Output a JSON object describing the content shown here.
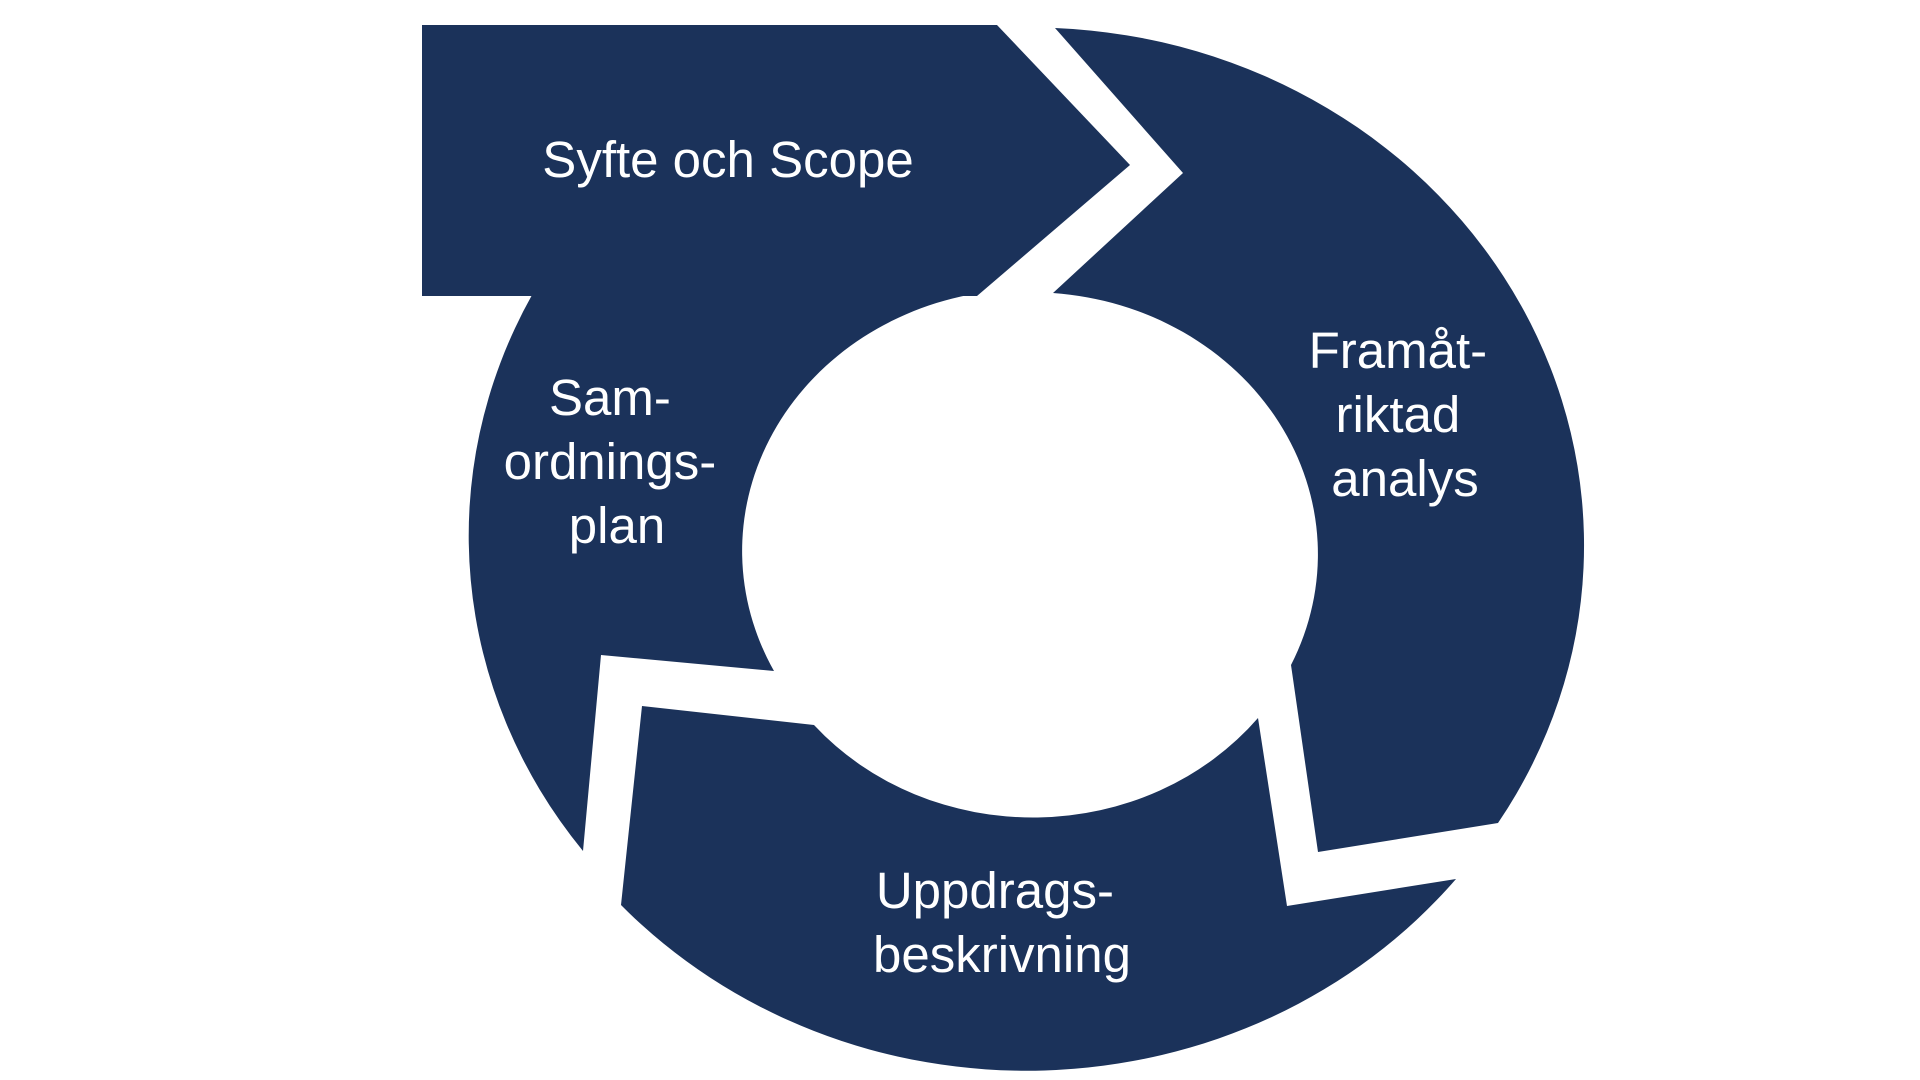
{
  "colors": {
    "shape_fill": "#1b325a",
    "background": "#ffffff",
    "label_text": "#ffffff"
  },
  "steps": [
    {
      "id": "syfte",
      "label_lines": [
        "Syfte och Scope"
      ]
    },
    {
      "id": "framat",
      "label_lines": [
        "Framåt-",
        "riktad",
        "analys"
      ]
    },
    {
      "id": "uppdrag",
      "label_lines": [
        "Uppdrags-",
        "beskrivning"
      ]
    },
    {
      "id": "samordning",
      "label_lines": [
        "Sam-",
        "ordnings-",
        "plan"
      ]
    }
  ]
}
